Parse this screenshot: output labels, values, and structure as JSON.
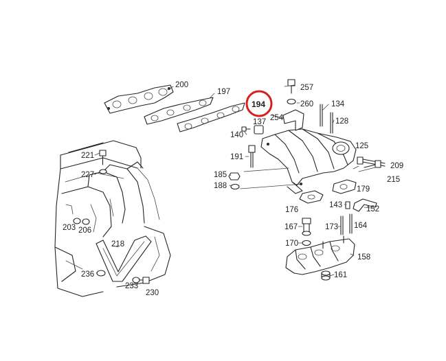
{
  "highlight": {
    "color": "#d42020"
  },
  "parts": {
    "p200": "200",
    "p197": "197",
    "p194": "194",
    "p257": "257",
    "p260": "260",
    "p134": "134",
    "p254": "254",
    "p128": "128",
    "p137": "137",
    "p140": "140",
    "p125": "125",
    "p191": "191",
    "p221": "221",
    "p227": "227",
    "p209": "209",
    "p215": "215",
    "p185": "185",
    "p188": "188",
    "p179": "179",
    "p176": "176",
    "p143": "143",
    "p152": "152",
    "p167": "167",
    "p173": "173",
    "p164": "164",
    "p203": "203",
    "p206": "206",
    "p218": "218",
    "p170": "170",
    "p158": "158",
    "p236": "236",
    "p233": "233",
    "p161": "161",
    "p230": "230"
  }
}
